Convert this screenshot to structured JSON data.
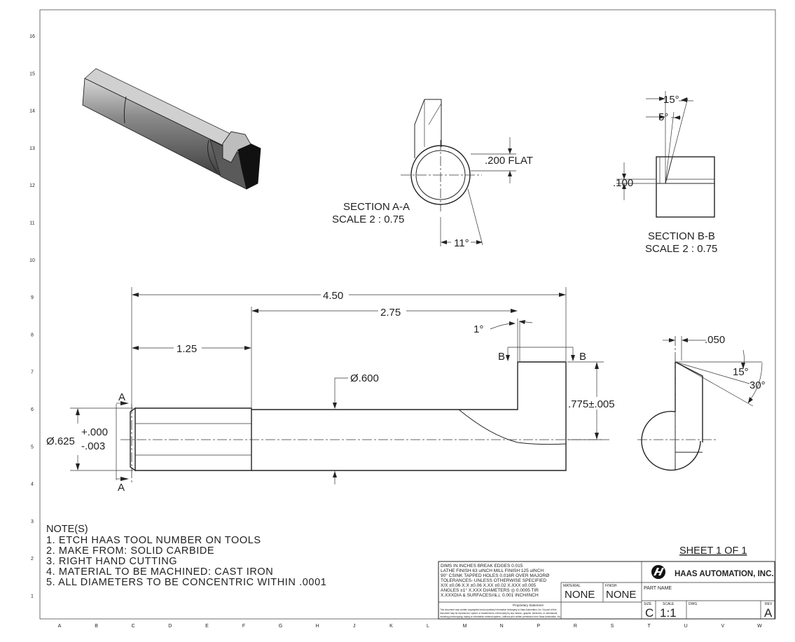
{
  "border": {
    "row_numbers": [
      "16",
      "15",
      "14",
      "13",
      "12",
      "11",
      "10",
      "9",
      "8",
      "7",
      "6",
      "5",
      "4",
      "3",
      "2",
      "1"
    ],
    "column_letters": [
      "A",
      "B",
      "C",
      "D",
      "E",
      "F",
      "G",
      "H",
      "J",
      "K",
      "L",
      "M",
      "N",
      "P",
      "R",
      "S",
      "T",
      "U",
      "V",
      "W"
    ]
  },
  "section_aa": {
    "title": "SECTION A-A",
    "scale": "SCALE 2 : 0.75",
    "flat_dim": ".200 FLAT",
    "angle_dim": "11°"
  },
  "section_bb": {
    "title": "SECTION B-B",
    "scale": "SCALE 2 : 0.75",
    "angle_outer": "15°",
    "angle_inner": "5°",
    "depth_dim": ".100"
  },
  "main_view": {
    "overall_length": "4.50",
    "cut_length": "2.75",
    "shank_length": "1.25",
    "relief_angle": "1°",
    "neck_diameter": "Ø.600",
    "head_height": ".775±.005",
    "shank_diameter": "Ø.625",
    "tol_plus": "+.000",
    "tol_minus": "-.003",
    "section_a_label": "A",
    "section_a_label_bottom": "A",
    "section_b_label_left": "B",
    "section_b_label_right": "B"
  },
  "end_view": {
    "offset_dim": ".050",
    "angle_15": "15°",
    "angle_30": "30°"
  },
  "notes": {
    "heading": "NOTE(S)",
    "items": [
      "1. ETCH HAAS TOOL NUMBER ON TOOLS",
      "2. MAKE FROM: SOLID CARBIDE",
      "3. RIGHT HAND CUTTING",
      "4. MATERIAL TO BE MACHINED: CAST IRON",
      "5. ALL DIAMETERS TO BE CONCENTRIC WITHIN .0001"
    ]
  },
  "title_block": {
    "sheet": "SHEET 1 OF 1",
    "tolerance_lines": [
      "DIMS IN INCHES BREAK EDGES 0.015",
      "LATHE FINISH 63 uINCH MILL FINISH 125 uINCH",
      "90° CSINK TAPPED HOLES 0.016R OVER MAJORØ",
      "TOLERANCES- UNLESS OTHERWISE SPECIFIED",
      "X/X ±0.06 X.X ±0.06 X.XX ±0.02 X.XXX ±0.005",
      "ANGLES ±1° X.XXX DIAMETERS ◎ 0.0005 TIR",
      "X.XXXDIA & SURFACES//&⊥ 0.001 INCH/INCH"
    ],
    "proprietary_title": "Proprietary Statement",
    "proprietary_lines": [
      "This document may contain copyrighted and proprietary information belonging to Haas Automation, Inc. No part of this",
      "document may be reproduced, copied, or transferred to a third party by any means—graphic, electronic, or mechanical,",
      "including photocopying, taping or information retrieval system—without prior written permission from Haas Automation, Inc."
    ],
    "material_label": "MATERIAL",
    "material_value": "NONE",
    "finish_label": "FINISH",
    "finish_value": "NONE",
    "company": "HAAS AUTOMATION, INC.",
    "part_name_label": "PART NAME",
    "size_label": "SIZE",
    "size_value": "C",
    "scale_label": "SCALE",
    "scale_value": "1:1",
    "dwg_label": "DWG",
    "rev_label": "REV",
    "rev_value": "A"
  }
}
